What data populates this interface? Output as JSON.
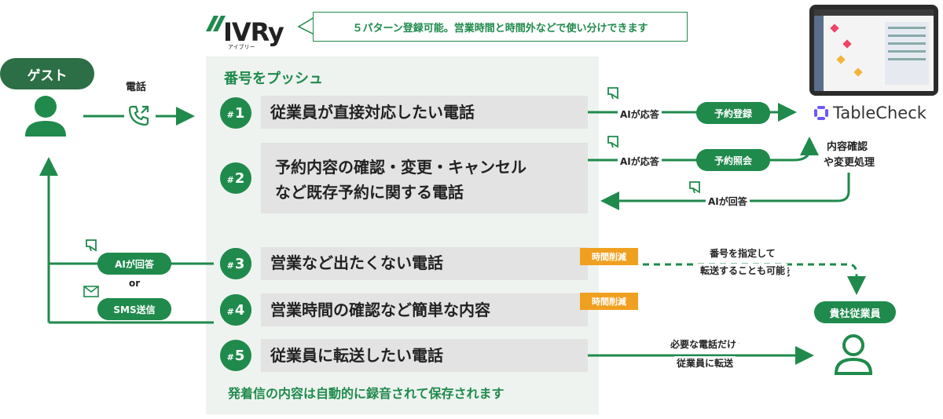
{
  "header": {
    "logo_text": "IVRy",
    "logo_sub": "アイブリー",
    "callout": "５パターン登録可能。営業時間と時間外などで使い分けできます"
  },
  "guest": {
    "label": "ゲスト",
    "call_label": "電話"
  },
  "panel": {
    "title": "番号をプッシュ",
    "footer": "発着信の内容は自動的に録音されて保存されます",
    "rows": [
      {
        "num": "1",
        "text": "従業員が直接対応したい電話"
      },
      {
        "num": "2",
        "text_line1": "予約内容の確認・変更・キャンセル",
        "text_line2": "など既存予約に関する電話"
      },
      {
        "num": "3",
        "text": "営業など出たくない電話",
        "badge": "時間削減"
      },
      {
        "num": "4",
        "text": "営業時間の確認など簡単な内容",
        "badge": "時間削減"
      },
      {
        "num": "5",
        "text": "従業員に転送したい電話"
      }
    ]
  },
  "flow": {
    "ai_respond_1": "AIが応答",
    "reservation_register": "予約登録",
    "ai_respond_2": "AIが応答",
    "reservation_inquiry": "予約照会",
    "ai_answer_back": "AIが回答",
    "tc_note_line1": "内容確認",
    "tc_note_line2": "や変更処理",
    "transfer_note_line1": "番号を指定して",
    "transfer_note_line2": "転送することも可能",
    "staff_label": "貴社従業員",
    "staff_note_line1": "必要な電話だけ",
    "staff_note_line2": "従業員に転送",
    "left_ai_answer": "AIが回答",
    "left_or": "or",
    "left_sms": "SMS送信"
  },
  "tablecheck": {
    "name": "TableCheck"
  },
  "colors": {
    "green": "#1f8a4c",
    "orange": "#f0a020",
    "dark_green": "#2c6e45"
  }
}
